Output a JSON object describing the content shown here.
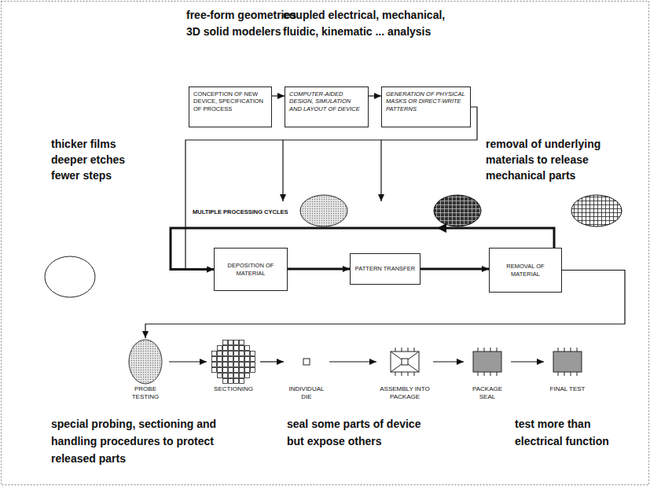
{
  "diagram": {
    "nodes": [
      {
        "text": [
          "CONCEPTION OF NEW DEVICE, SPECIFICATION OF PROCESS"
        ]
      },
      {
        "text": [
          "COMPUTER-AIDED DESIGN, SIMULATION AND LAYOUT OF DEVICE"
        ]
      },
      {
        "text": [
          "GENERATION OF PHYSICAL MASKS OR DIRECT-WRITE PATTERNS"
        ]
      },
      {
        "text": [
          "DEPOSITION OF MATERIAL"
        ]
      },
      {
        "text": [
          "PATTERN TRANSFER"
        ]
      },
      {
        "text": [
          "REMOVAL OF MATERIAL"
        ]
      },
      {
        "text": [
          "PROBE TESTING"
        ]
      },
      {
        "text": [
          "SECTIONING"
        ]
      },
      {
        "text": [
          "INDIVIDUAL DIE"
        ]
      },
      {
        "text": [
          "ASSEMBLY INTO PACKAGE"
        ]
      },
      {
        "text": [
          "PACKAGE SEAL"
        ]
      },
      {
        "text": [
          "FINAL TEST"
        ]
      }
    ],
    "edges": [
      {
        "from": 0,
        "to": 1,
        "arrow": "to"
      },
      {
        "from": 1,
        "to": 2,
        "arrow": "to"
      },
      {
        "from": 2,
        "to": 3,
        "arrow": "to"
      },
      {
        "from": 3,
        "to": 4,
        "arrow": "to"
      },
      {
        "from": 4,
        "to": 5,
        "arrow": "to"
      },
      {
        "from": 5,
        "to": 3,
        "arrow": "to"
      },
      {
        "from": 5,
        "to": 6,
        "arrow": "to"
      },
      {
        "from": 6,
        "to": 7,
        "arrow": "to"
      },
      {
        "from": 7,
        "to": 8,
        "arrow": "to"
      },
      {
        "from": 8,
        "to": 9,
        "arrow": "to"
      },
      {
        "from": 9,
        "to": 10,
        "arrow": "to"
      },
      {
        "from": 10,
        "to": 11,
        "arrow": "to"
      }
    ],
    "labels": [
      "free-form geometries",
      "3D solid modelers",
      "coupled electrical, mechanical,",
      "fluidic, kinematic ... analysis",
      "thicker films",
      "deeper etches",
      "fewer steps",
      "removal of underlying",
      "materials to release",
      "mechanical parts",
      "MULTIPLE PROCESSING CYCLES",
      "special probing, sectioning and",
      "handling procedures to protect",
      "released parts",
      "seal some parts of device",
      "but expose others",
      "test more than",
      "electrical function"
    ]
  }
}
